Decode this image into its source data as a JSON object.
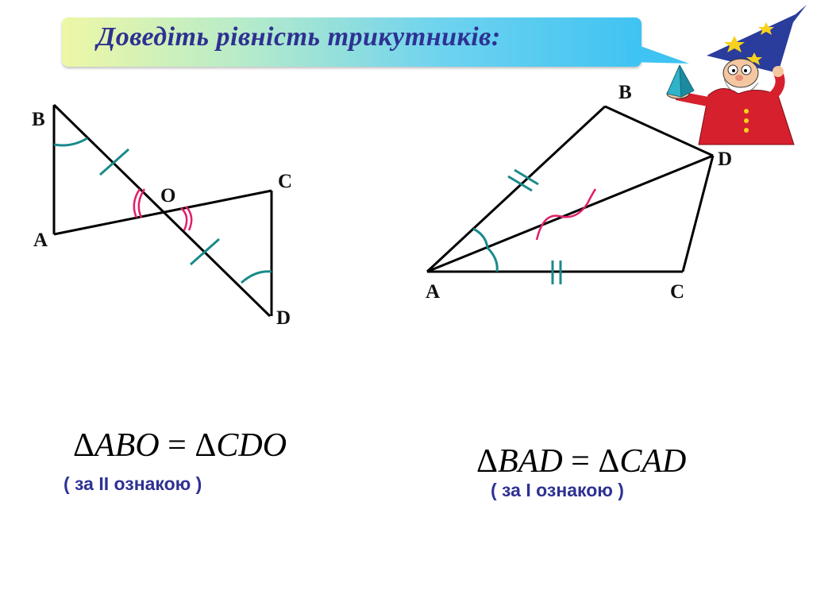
{
  "header": {
    "title": "Доведіть рівність трикутників:"
  },
  "left_figure": {
    "labels": {
      "B": "B",
      "O": "O",
      "C": "C",
      "A": "A",
      "D": "D"
    },
    "formula": {
      "lhs": "ABO",
      "equals": "=",
      "rhs": "CDO",
      "delta": "Δ"
    },
    "criterion": "( за ІІ ознакою )"
  },
  "right_figure": {
    "labels": {
      "B": "B",
      "D": "D",
      "A": "A",
      "C": "C"
    },
    "formula": {
      "lhs": "BAD",
      "equals": "=",
      "rhs": "CAD",
      "delta": "Δ"
    },
    "criterion": "( за І ознакою )"
  },
  "colors": {
    "title": "#2e3192",
    "criterion": "#2e3192",
    "teal_marks": "#1a8a8a",
    "magenta_marks": "#e0206a",
    "lines": "#000000"
  },
  "icons": {
    "wizard": "wizard-mascot-icon",
    "pyramid": "pyramid-icon"
  }
}
